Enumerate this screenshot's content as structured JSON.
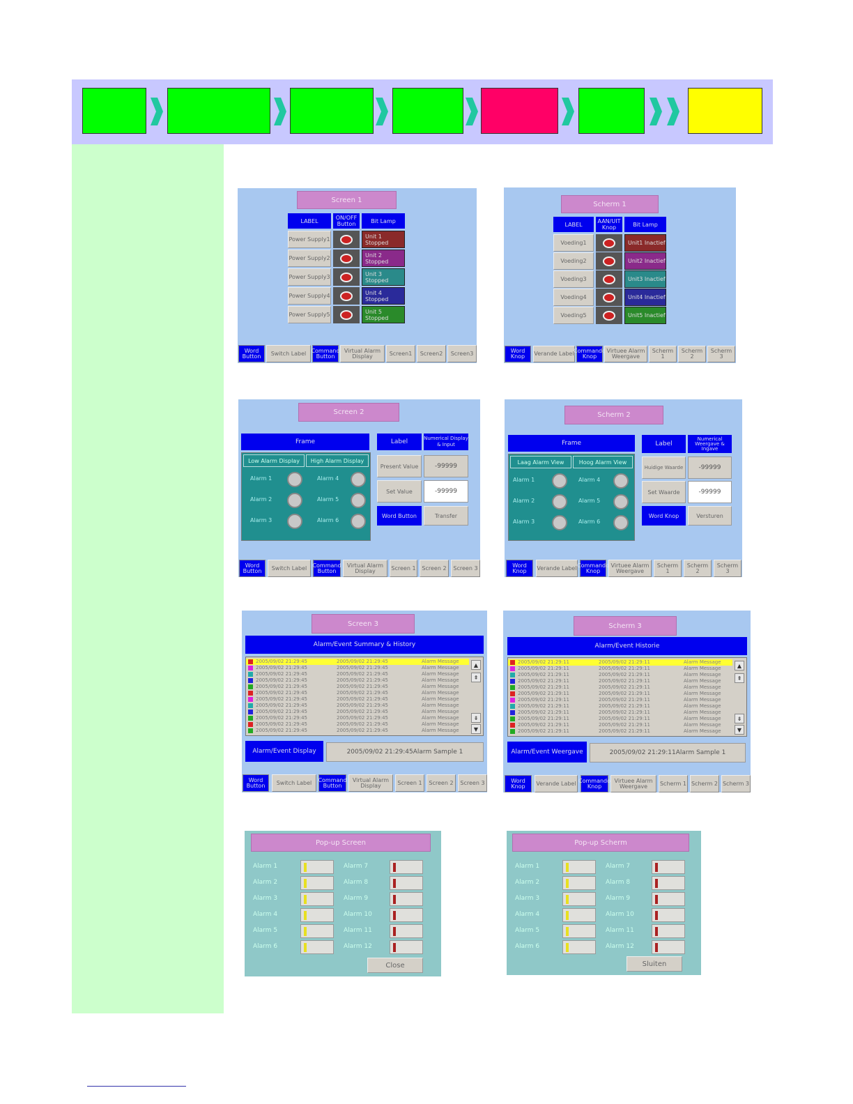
{
  "colors": {
    "step_green": "#00ff00",
    "step_red": "#ff0066",
    "step_yellow": "#ffff00",
    "chevron": "#20c8a0",
    "alarm_highlight": "#ffff33"
  },
  "screen1_en": {
    "title": "Screen 1",
    "headers": [
      "LABEL",
      "ON/OFF Button",
      "Bit Lamp"
    ],
    "labels": [
      "Power Supply1",
      "Power Supply2",
      "Power Supply3",
      "Power Supply4",
      "Power Supply5"
    ],
    "lamps": [
      "Unit 1 Stopped",
      "Unit 2 Stopped",
      "Unit 3 Stopped",
      "Unit 4 Stopped",
      "Unit 5 Stopped"
    ],
    "lamp_colors": [
      "#8a2a2a",
      "#8a2a8a",
      "#2a8a8a",
      "#2a2a9a",
      "#2a8a2a"
    ]
  },
  "screen1_nl": {
    "title": "Scherm 1",
    "headers": [
      "LABEL",
      "AAN/UIT Knop",
      "Bit Lamp"
    ],
    "labels": [
      "Voeding1",
      "Voeding2",
      "Voeding3",
      "Voeding4",
      "Voeding5"
    ],
    "lamps": [
      "Unit1 Inactief",
      "Unit2 Inactief",
      "Unit3 Inactief",
      "Unit4 Inactief",
      "Unit5 Inactief"
    ]
  },
  "nav_en": [
    "Word Button",
    "Switch Label",
    "Command Button",
    "Virtual Alarm Display",
    "Screen1",
    "Screen2",
    "Screen3"
  ],
  "nav_en_b": [
    "Word Button",
    "Switch Label",
    "Command Button",
    "Virtual Alarm Display",
    "Screen 1",
    "Screen 2",
    "Screen 3"
  ],
  "nav_nl": [
    "Word Knop",
    "Verande Label",
    "Commando Knop",
    "Virtuee Alarm Weergave",
    "Scherm 1",
    "Scherm 2",
    "Scherm 3"
  ],
  "screen2_en": {
    "title": "Screen 2",
    "frame": "Frame",
    "tab_low": "Low Alarm Display",
    "tab_high": "High Alarm Display",
    "alarms_left": [
      "Alarm 1",
      "Alarm 2",
      "Alarm 3"
    ],
    "alarms_right": [
      "Alarm 4",
      "Alarm 5",
      "Alarm 6"
    ],
    "label_hdr": "Label",
    "num_hdr": "Numerical Display & Input",
    "present": "Present Value",
    "set": "Set Value",
    "value1": "-99999",
    "value2": "-99999",
    "word_btn": "Word Button",
    "transfer": "Transfer"
  },
  "screen2_nl": {
    "title": "Scherm 2",
    "frame": "Frame",
    "tab_low": "Laag Alarm View",
    "tab_high": "Hoog Alarm View",
    "alarms_left": [
      "Alarm 1",
      "Alarm 2",
      "Alarm 3"
    ],
    "alarms_right": [
      "Alarm 4",
      "Alarm 5",
      "Alarm 6"
    ],
    "label_hdr": "Label",
    "num_hdr": "Numerical Weergave & Ingave",
    "present": "Huidige Waarde",
    "set": "Set Waarde",
    "value1": "-99999",
    "value2": "-99999",
    "word_btn": "Word Knop",
    "transfer": "Versturen"
  },
  "screen3_en": {
    "title": "Screen 3",
    "header": "Alarm/Event Summary & History",
    "date": "2005/09/02 21:29:45",
    "message": "Alarm Message",
    "rows": 12,
    "status_label": "Alarm/Event Display",
    "status_text": "2005/09/02 21:29:45Alarm Sample 1"
  },
  "screen3_nl": {
    "title": "Scherm 3",
    "header": "Alarm/Event Historie",
    "date": "2005/09/02 21:29:11",
    "message": "Alarm Message",
    "rows": 12,
    "status_label": "Alarm/Event Weergave",
    "status_text": "2005/09/02 21:29:11Alarm Sample 1"
  },
  "row_colors": [
    "#dd2222",
    "#dd22dd",
    "#22aaaa",
    "#2222dd",
    "#22aa22",
    "#dd2222",
    "#dd22dd",
    "#22aaaa",
    "#2222dd",
    "#22aa22",
    "#dd2222",
    "#22aa22"
  ],
  "popup_en": {
    "title": "Pop-up Screen",
    "left": [
      "Alarm 1",
      "Alarm 2",
      "Alarm 3",
      "Alarm 4",
      "Alarm 5",
      "Alarm 6"
    ],
    "right": [
      "Alarm 7",
      "Alarm 8",
      "Alarm 9",
      "Alarm 10",
      "Alarm 11",
      "Alarm 12"
    ],
    "close": "Close"
  },
  "popup_nl": {
    "title": "Pop-up Scherm",
    "left": [
      "Alarm 1",
      "Alarm 2",
      "Alarm 3",
      "Alarm 4",
      "Alarm 5",
      "Alarm 6"
    ],
    "right": [
      "Alarm 7",
      "Alarm 8",
      "Alarm 9",
      "Alarm 10",
      "Alarm 11",
      "Alarm 12"
    ],
    "close": "Sluiten"
  }
}
